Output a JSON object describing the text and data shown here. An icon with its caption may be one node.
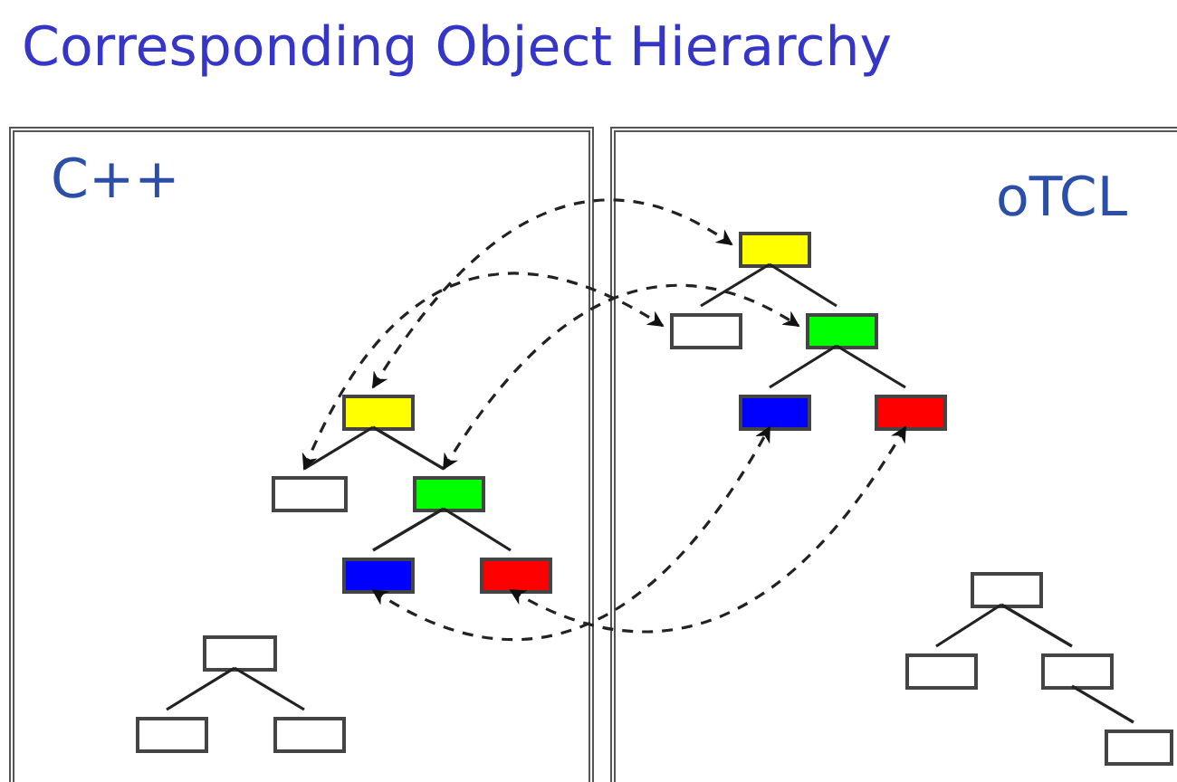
{
  "diagram": {
    "title": "Corresponding Object Hierarchy",
    "nodes": [
      {
        "text": [
          "C++"
        ]
      },
      {
        "text": [],
        "shape": "box",
        "in": 0
      },
      {
        "text": [],
        "shape": "box",
        "in": 0
      },
      {
        "text": [],
        "shape": "box",
        "in": 0
      },
      {
        "text": [],
        "shape": "box",
        "in": 0
      },
      {
        "text": [],
        "shape": "box",
        "in": 0
      },
      {
        "text": [],
        "shape": "box",
        "in": 0
      },
      {
        "text": [],
        "shape": "box",
        "in": 0
      },
      {
        "text": [],
        "shape": "box",
        "in": 0
      },
      {
        "text": [
          "oTCL"
        ]
      },
      {
        "text": [],
        "shape": "box",
        "in": 9
      },
      {
        "text": [],
        "shape": "box",
        "in": 9
      },
      {
        "text": [],
        "shape": "box",
        "in": 9
      },
      {
        "text": [],
        "shape": "box",
        "in": 9
      },
      {
        "text": [],
        "shape": "box",
        "in": 9
      },
      {
        "text": [],
        "shape": "box",
        "in": 9
      },
      {
        "text": [],
        "shape": "box",
        "in": 9
      },
      {
        "text": [],
        "shape": "box",
        "in": 9
      },
      {
        "text": [],
        "shape": "box",
        "in": 9
      }
    ],
    "edges": [
      {
        "from": 1,
        "to": 2,
        "arrow": "none"
      },
      {
        "from": 1,
        "to": 3,
        "arrow": "none"
      },
      {
        "from": 3,
        "to": 4,
        "arrow": "none"
      },
      {
        "from": 3,
        "to": 5,
        "arrow": "none"
      },
      {
        "from": 6,
        "to": 7,
        "arrow": "none"
      },
      {
        "from": 6,
        "to": 8,
        "arrow": "none"
      },
      {
        "from": 10,
        "to": 11,
        "arrow": "none"
      },
      {
        "from": 10,
        "to": 12,
        "arrow": "none"
      },
      {
        "from": 12,
        "to": 13,
        "arrow": "none"
      },
      {
        "from": 12,
        "to": 14,
        "arrow": "none"
      },
      {
        "from": 15,
        "to": 16,
        "arrow": "none"
      },
      {
        "from": 15,
        "to": 17,
        "arrow": "none"
      },
      {
        "from": 17,
        "to": 18,
        "arrow": "none"
      },
      {
        "from": 1,
        "to": 10,
        "arrow": "both",
        "style": "dashed"
      },
      {
        "from": 2,
        "to": 11,
        "arrow": "both",
        "style": "dashed"
      },
      {
        "from": 3,
        "to": 12,
        "arrow": "both",
        "style": "dashed"
      },
      {
        "from": 4,
        "to": 13,
        "arrow": "both",
        "style": "dashed"
      },
      {
        "from": 5,
        "to": 14,
        "arrow": "both",
        "style": "dashed"
      }
    ]
  }
}
